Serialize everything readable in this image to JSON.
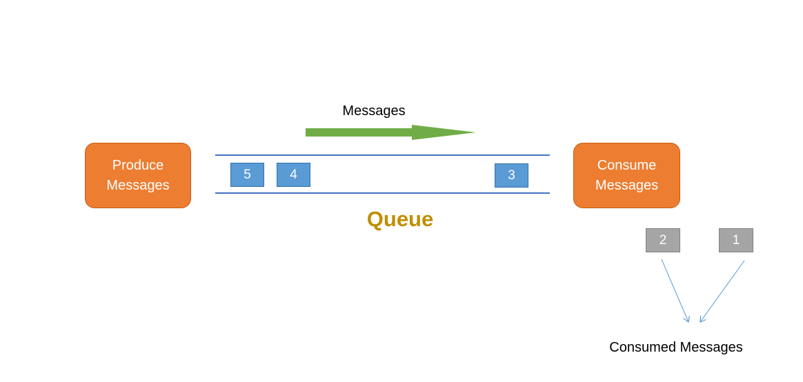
{
  "flow_label": "Messages",
  "producer": {
    "line1": "Produce",
    "line2": "Messages"
  },
  "consumer": {
    "line1": "Consume",
    "line2": "Messages"
  },
  "queue_label": "Queue",
  "queued_messages": [
    "5",
    "4",
    "3"
  ],
  "consumed_messages": [
    "2",
    "1"
  ],
  "consumed_label": "Consumed Messages",
  "colors": {
    "process_box": "#ED7D31",
    "queued_message": "#5B9BD5",
    "consumed_message": "#A5A5A5",
    "flow_arrow": "#70AD47",
    "queue_lines": "#4472C4",
    "queue_label": "#BF8F00"
  }
}
